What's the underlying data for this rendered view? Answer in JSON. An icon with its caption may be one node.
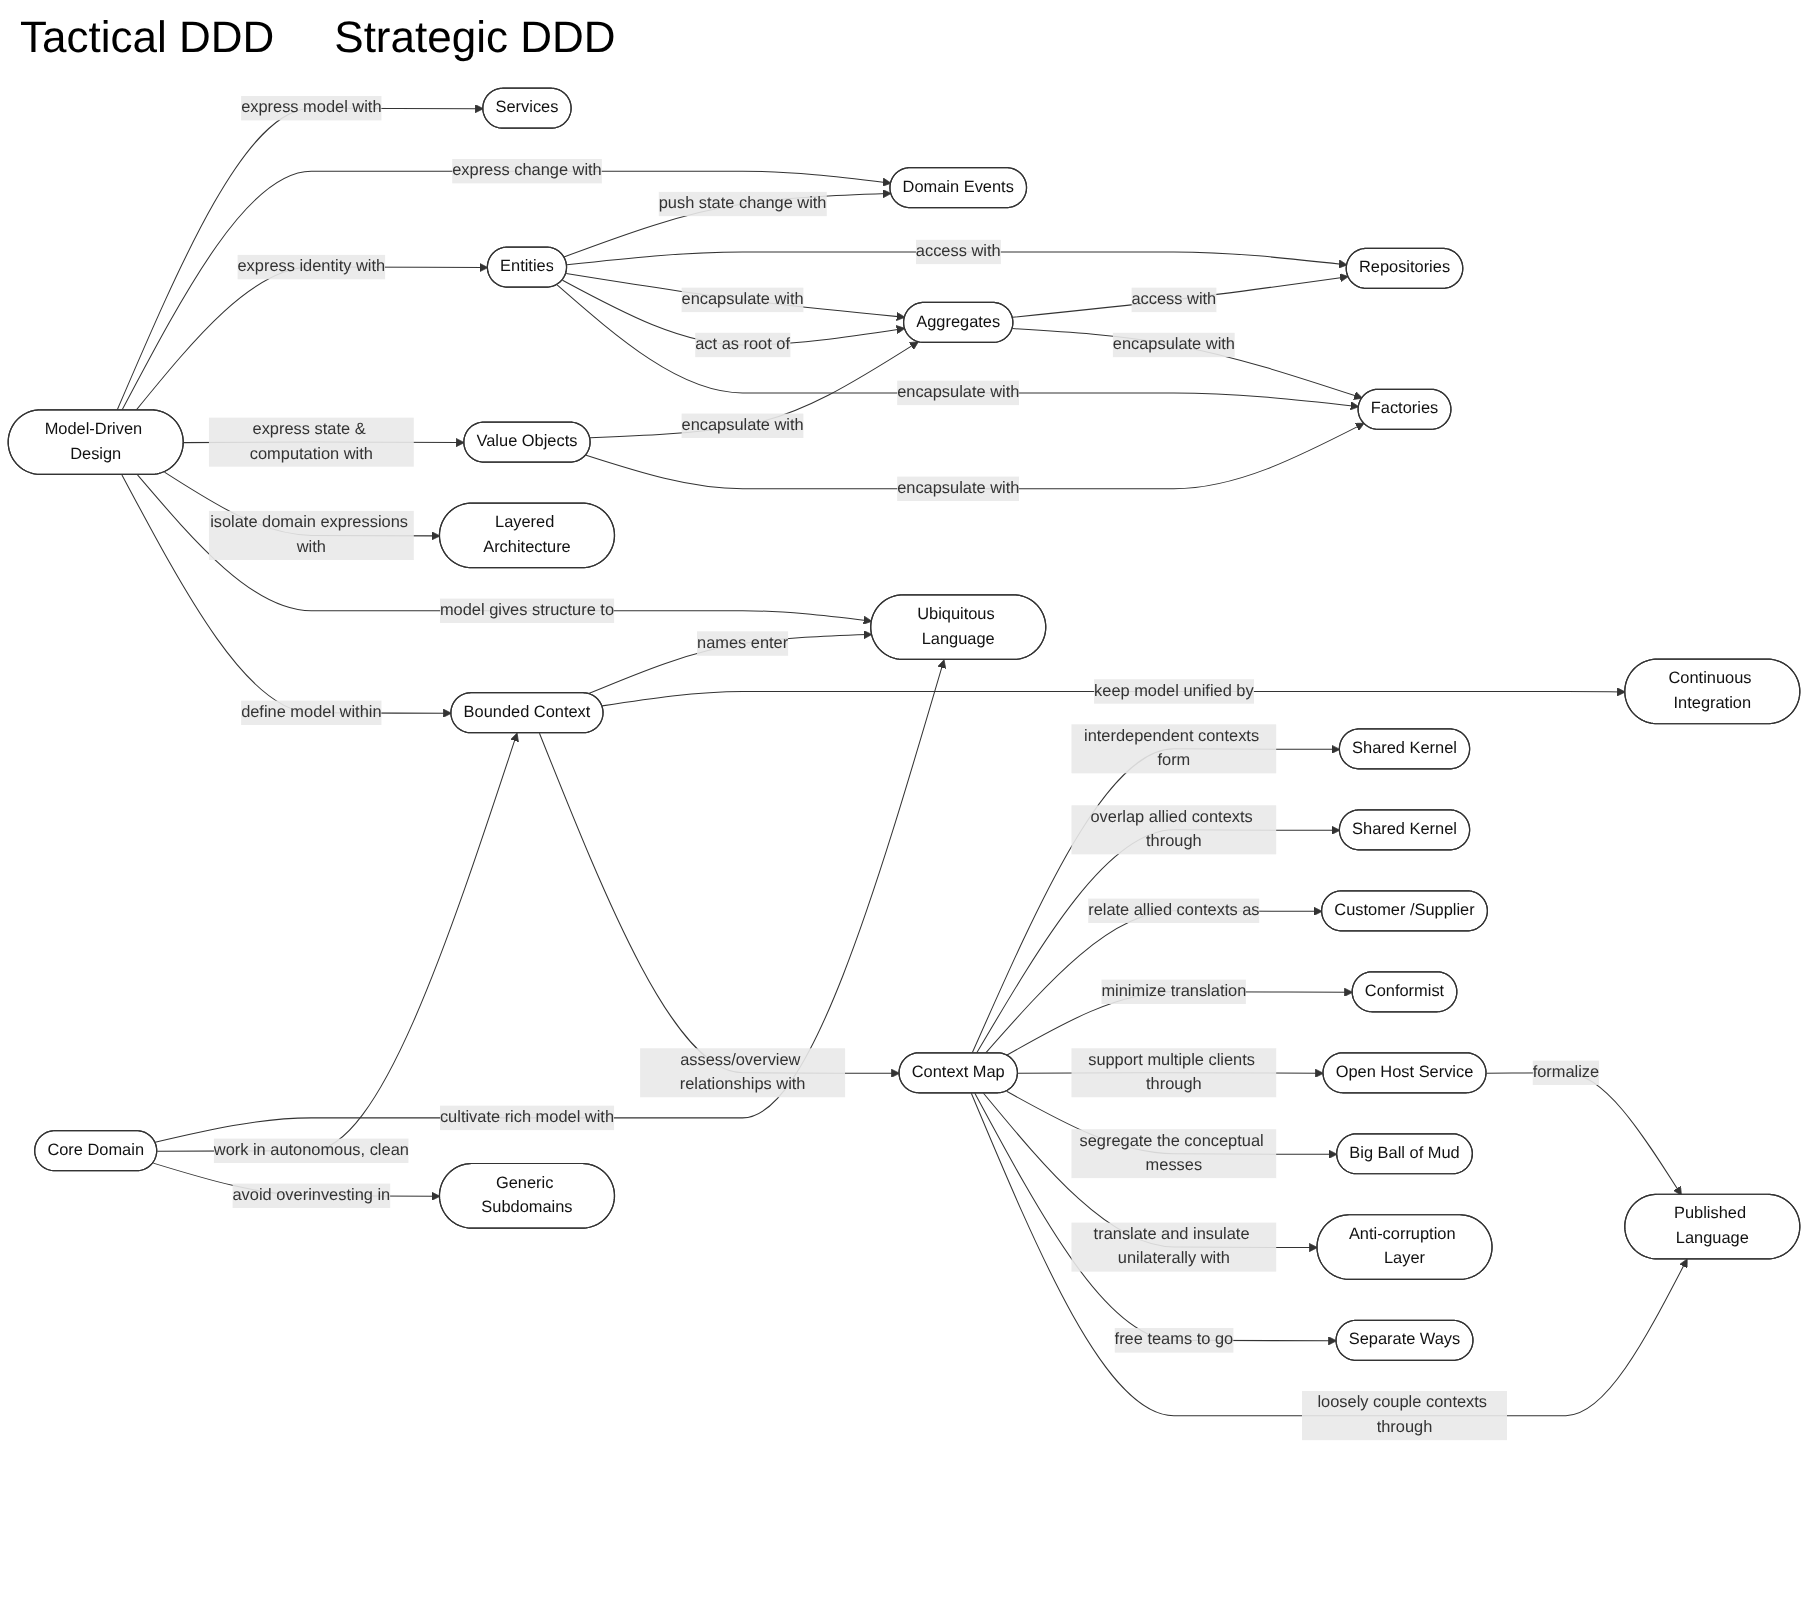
{
  "diagram": {
    "nodes": [
      {
        "text": [
          "Services"
        ]
      },
      {
        "text": [
          "Domain Events"
        ]
      },
      {
        "text": [
          "Repositories"
        ]
      },
      {
        "text": [
          "Entities"
        ]
      },
      {
        "text": [
          "Model-Driven Design"
        ]
      },
      {
        "text": [
          "Value Objects"
        ]
      },
      {
        "text": [
          "Aggregates"
        ]
      },
      {
        "text": [
          "Layered Architecture"
        ]
      },
      {
        "text": [
          "Factories"
        ]
      },
      {
        "text": [
          "Ubiquitous Language"
        ]
      },
      {
        "text": [
          "Continuous Integration"
        ]
      },
      {
        "text": [
          "Core Domain"
        ]
      },
      {
        "text": [
          "Bounded Context"
        ]
      },
      {
        "text": [
          "Shared Kernel"
        ]
      },
      {
        "text": [
          "Shared Kernel"
        ]
      },
      {
        "text": [
          "Customer /Supplier"
        ]
      },
      {
        "text": [
          "Context Map"
        ]
      },
      {
        "text": [
          "Conformist"
        ]
      },
      {
        "text": [
          "Open Host Service"
        ]
      },
      {
        "text": [
          "Generic Subdomains"
        ]
      },
      {
        "text": [
          "Big Ball of Mud"
        ]
      },
      {
        "text": [
          "Anti-corruption Layer"
        ]
      },
      {
        "text": [
          "Separate Ways"
        ]
      },
      {
        "text": [
          "Published Language"
        ]
      }
    ],
    "edges": [
      {
        "from": 4,
        "to": 0,
        "arrow": "to",
        "label": "express model with"
      },
      {
        "from": 4,
        "to": 1,
        "arrow": "to",
        "label": "express change with"
      },
      {
        "from": 4,
        "to": 3,
        "arrow": "to",
        "label": "express identity with"
      },
      {
        "from": 4,
        "to": 5,
        "arrow": "to",
        "label": "express state & computation with"
      },
      {
        "from": 4,
        "to": 7,
        "arrow": "to",
        "label": "isolate domain expressions with"
      },
      {
        "from": 4,
        "to": 9,
        "arrow": "to",
        "label": "model gives structure to"
      },
      {
        "from": 4,
        "to": 12,
        "arrow": "to",
        "label": "define model within"
      },
      {
        "from": 3,
        "to": 1,
        "arrow": "to",
        "label": "push state change with"
      },
      {
        "from": 3,
        "to": 2,
        "arrow": "to",
        "label": "access with"
      },
      {
        "from": 3,
        "to": 6,
        "arrow": "to",
        "label": "encapsulate with"
      },
      {
        "from": 3,
        "to": 6,
        "arrow": "to",
        "label": "act as root of"
      },
      {
        "from": 3,
        "to": 8,
        "arrow": "to",
        "label": "encapsulate with"
      },
      {
        "from": 6,
        "to": 2,
        "arrow": "to",
        "label": "access with"
      },
      {
        "from": 5,
        "to": 6,
        "arrow": "to",
        "label": "encapsulate with"
      },
      {
        "from": 5,
        "to": 8,
        "arrow": "to",
        "label": "encapsulate with"
      },
      {
        "from": 6,
        "to": 8,
        "arrow": "to",
        "label": "encapsulate with"
      },
      {
        "from": 11,
        "to": 9,
        "arrow": "to",
        "label": "cultivate rich model with"
      },
      {
        "from": 12,
        "to": 9,
        "arrow": "to",
        "label": "names enter"
      },
      {
        "from": 11,
        "to": 12,
        "arrow": "to",
        "label": "work in autonomous, clean"
      },
      {
        "from": 11,
        "to": 19,
        "arrow": "to",
        "label": "avoid overinvesting in"
      },
      {
        "from": 12,
        "to": 10,
        "arrow": "to",
        "label": "keep model unified by"
      },
      {
        "from": 12,
        "to": 16,
        "arrow": "to",
        "label": "assess/overview relationships with"
      },
      {
        "from": 16,
        "to": 13,
        "arrow": "to",
        "label": "interdependent contexts form"
      },
      {
        "from": 16,
        "to": 14,
        "arrow": "to",
        "label": "overlap allied contexts through"
      },
      {
        "from": 16,
        "to": 15,
        "arrow": "to",
        "label": "relate allied contexts as"
      },
      {
        "from": 16,
        "to": 17,
        "arrow": "to",
        "label": "minimize translation"
      },
      {
        "from": 16,
        "to": 18,
        "arrow": "to",
        "label": "support multiple clients through"
      },
      {
        "from": 16,
        "to": 20,
        "arrow": "to",
        "label": "segregate the conceptual messes"
      },
      {
        "from": 16,
        "to": 21,
        "arrow": "to",
        "label": "translate and insulate unilaterally with"
      },
      {
        "from": 16,
        "to": 22,
        "arrow": "to",
        "label": "free teams to go"
      },
      {
        "from": 16,
        "to": 23,
        "arrow": "to",
        "label": "loosely couple contexts through"
      },
      {
        "from": 18,
        "to": 23,
        "arrow": "to",
        "label": "formalize"
      }
    ],
    "labels": [
      "Tactical DDD",
      "Strategic DDD"
    ]
  }
}
